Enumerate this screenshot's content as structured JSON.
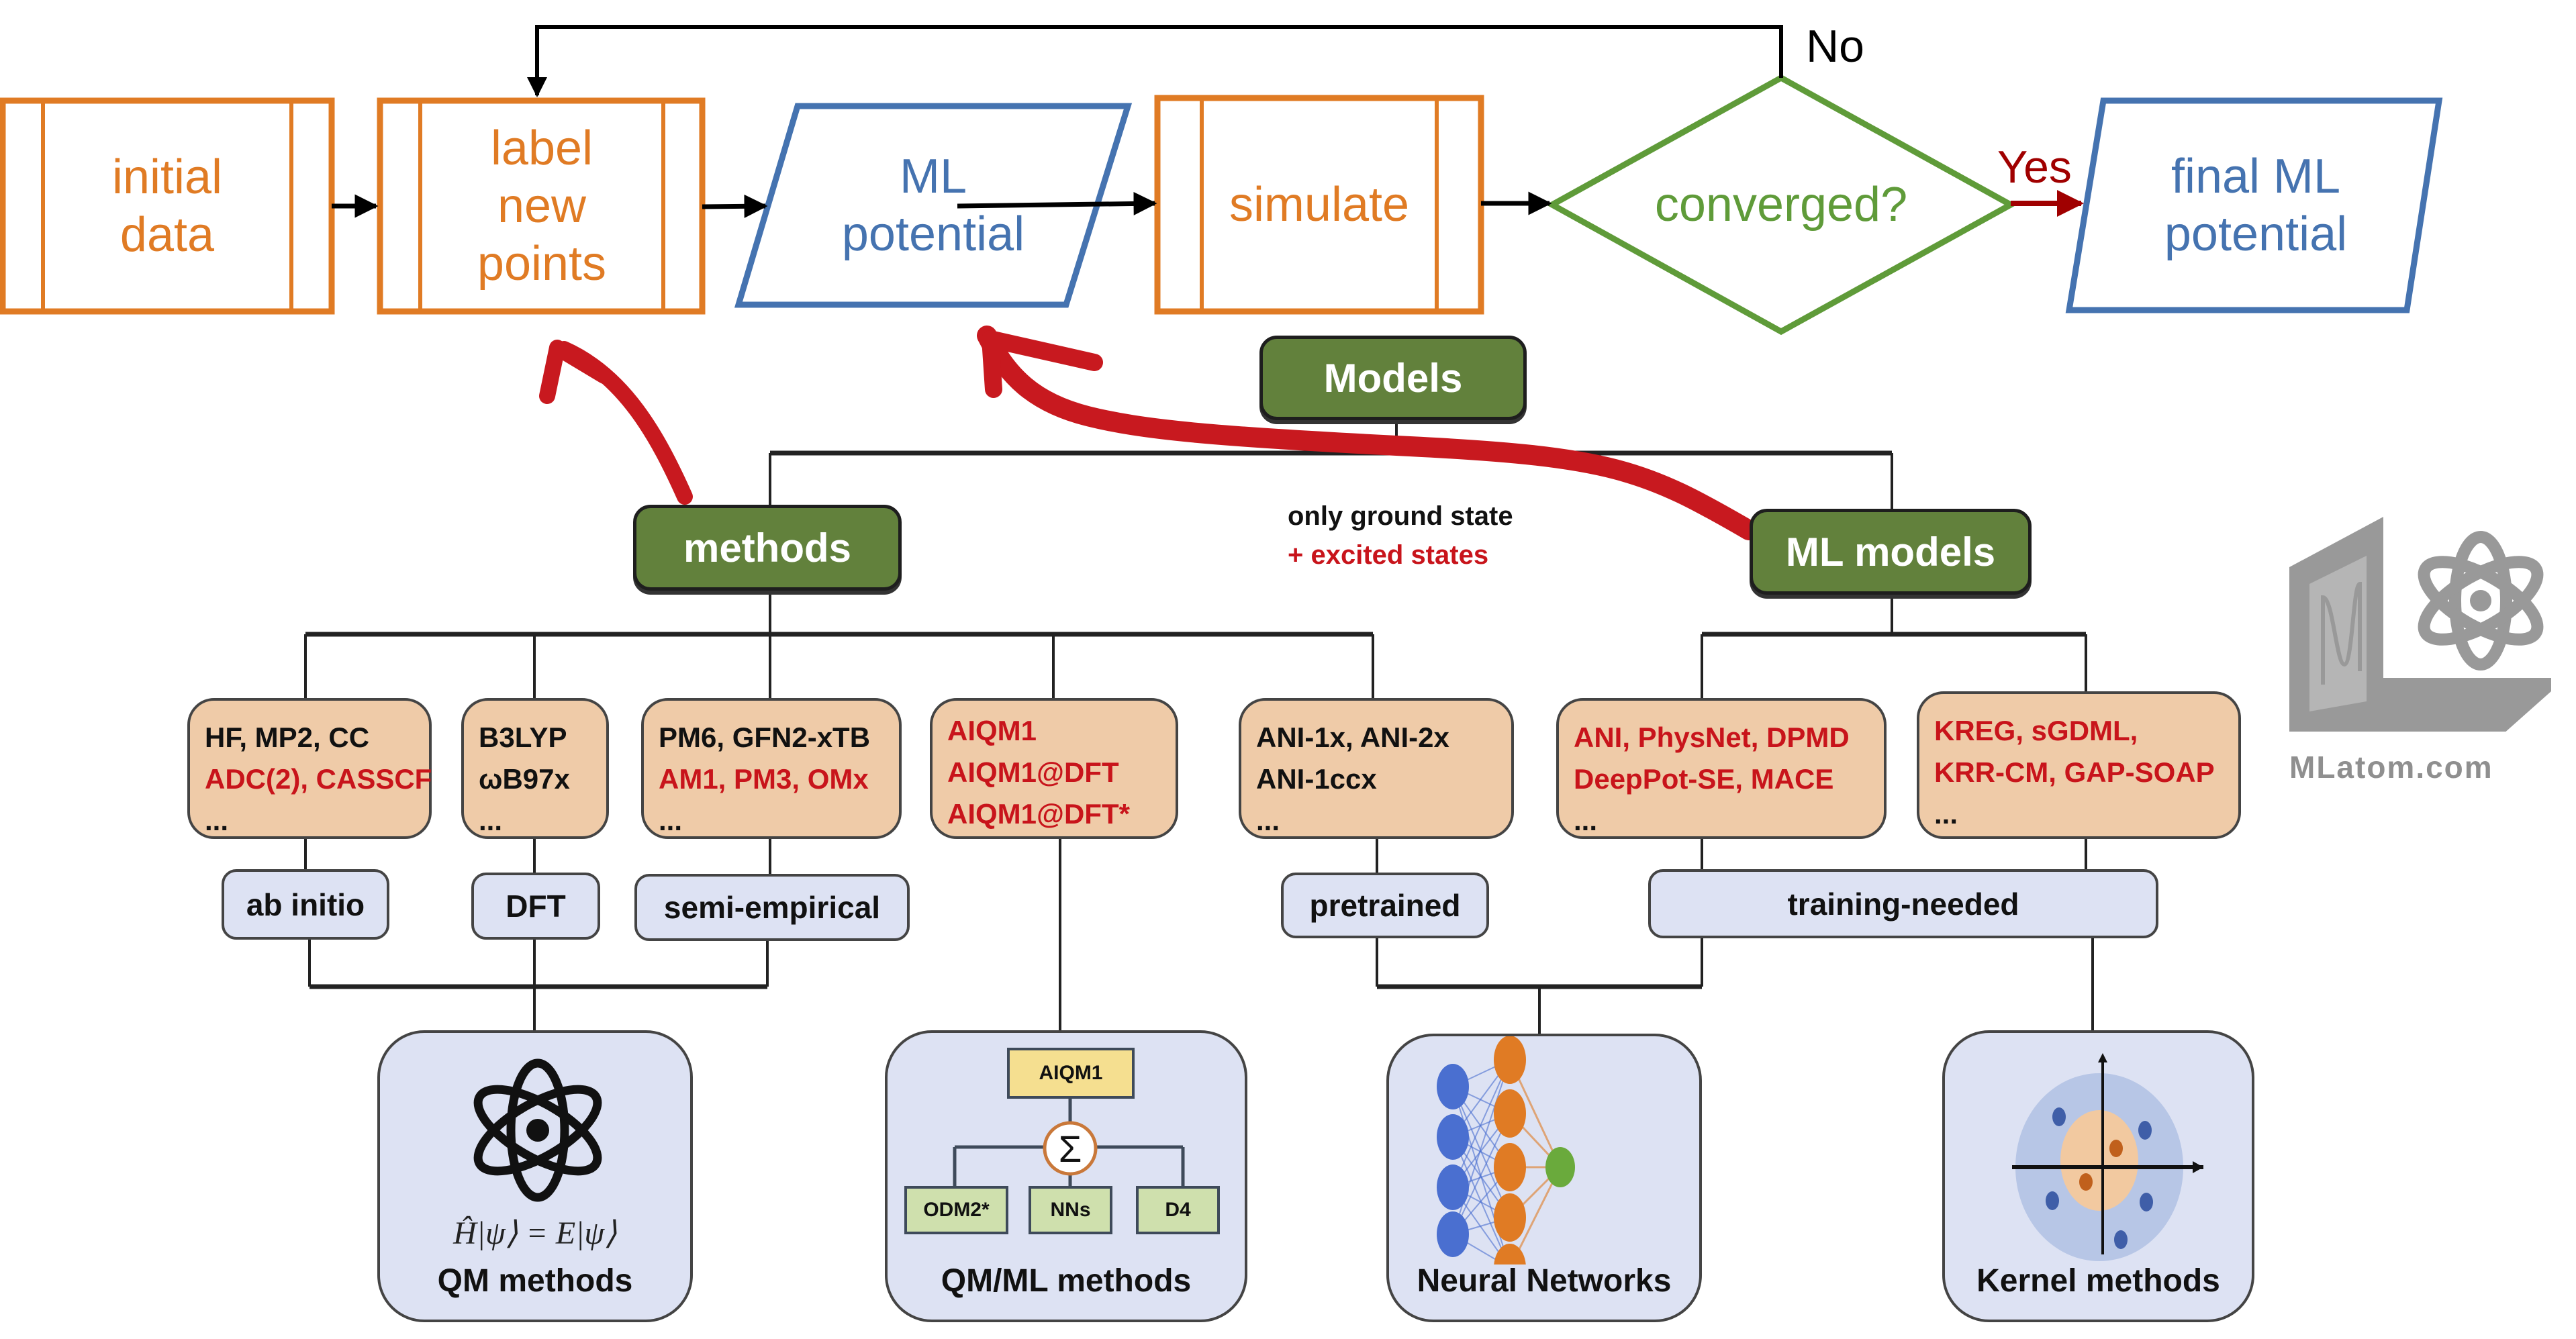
{
  "colors": {
    "process_orange": "#e07b24",
    "io_blue": "#4573b0",
    "decision_green": "#5f9b39",
    "category_green": "#62813c",
    "highlight_red": "#c8141b",
    "yes_red": "#a00000",
    "peach_fill": "#efcba8",
    "lavender_fill": "#dde2f3",
    "logo_gray": "#999999"
  },
  "flowchart": {
    "initial_data": {
      "lines": [
        "initial",
        "data"
      ],
      "shape": "process"
    },
    "label_new_points": {
      "lines": [
        "label",
        "new",
        "points"
      ],
      "shape": "process"
    },
    "ml_potential": {
      "lines": [
        "ML",
        "potential"
      ],
      "shape": "input-output"
    },
    "simulate": {
      "lines": [
        "simulate"
      ],
      "shape": "process"
    },
    "converged": {
      "label": "converged?",
      "shape": "decision"
    },
    "final_ml_potential": {
      "lines": [
        "final ML",
        "potential"
      ],
      "shape": "input-output"
    },
    "no_label": "No",
    "yes_label": "Yes"
  },
  "tree": {
    "root": "Models",
    "methods": "methods",
    "ml_models": "ML models",
    "legend": {
      "ground": "only ground state",
      "excited": "+ excited states"
    },
    "method_groups": [
      {
        "id": "ab-initio",
        "black": [
          "HF, MP2, CC"
        ],
        "red": [
          "ADC(2), CASSCF"
        ],
        "more": "...",
        "category": "ab initio"
      },
      {
        "id": "dft",
        "black": [
          "B3LYP",
          "ωB97x"
        ],
        "red": [],
        "more": "...",
        "category": "DFT"
      },
      {
        "id": "semi-empirical",
        "black": [
          "PM6, GFN2-xTB"
        ],
        "red": [
          "AM1, PM3, OMx"
        ],
        "more": "...",
        "category": "semi-empirical"
      },
      {
        "id": "aiqm",
        "black": [],
        "red": [
          "AIQM1",
          "AIQM1@DFT",
          "AIQM1@DFT*"
        ],
        "more": "",
        "category": ""
      }
    ],
    "ml_groups": [
      {
        "id": "pretrained",
        "black": [
          "ANI-1x, ANI-2x",
          "ANI-1ccx"
        ],
        "red": [],
        "more": "...",
        "category": "pretrained"
      },
      {
        "id": "nn-training",
        "black": [],
        "red": [
          "ANI, PhysNet, DPMD",
          "DeepPot-SE, MACE"
        ],
        "more": "...",
        "category": "training-needed"
      },
      {
        "id": "kernel-training",
        "black": [],
        "red": [
          "KREG, sGDML,",
          "KRR-CM, GAP-SOAP"
        ],
        "more": "...",
        "category": ""
      }
    ],
    "cards": {
      "qm": {
        "label": "QM methods",
        "equation": "Ĥ|ψ⟩ = E|ψ⟩"
      },
      "qmml": {
        "label": "QM/ML methods",
        "top": "AIQM1",
        "sum": "Σ",
        "parts": [
          "ODM2*",
          "NNs",
          "D4"
        ]
      },
      "nn": {
        "label": "Neural Networks"
      },
      "kernel": {
        "label": "Kernel methods"
      }
    }
  },
  "logo": {
    "text": "MLatom.com",
    "glyph": "M"
  }
}
